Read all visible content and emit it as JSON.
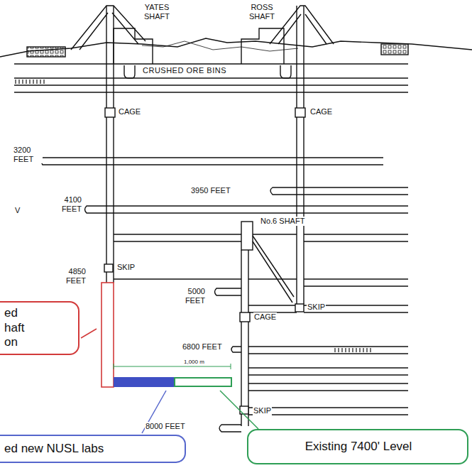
{
  "diagram": {
    "nodes": [
      {
        "text": [
          "ed haft on"
        ]
      },
      {
        "text": [
          "ed new NUSL labs"
        ]
      },
      {
        "text": [
          "Existing 7400' Level"
        ]
      }
    ],
    "labels": [
      "YATES SHAFT",
      "ROSS SHAFT",
      "CRUSHED ORE BINS",
      "CAGE",
      "CAGE",
      "3200 FEET",
      "3950 FEET",
      "4100 FEET",
      "V",
      "No.6 SHAFT",
      "4850 FEET",
      "SKIP",
      "5000 FEET",
      "CAGE",
      "SKIP",
      "6800 FEET",
      "1,000 m",
      "SKIP",
      "8000 FEET"
    ]
  }
}
